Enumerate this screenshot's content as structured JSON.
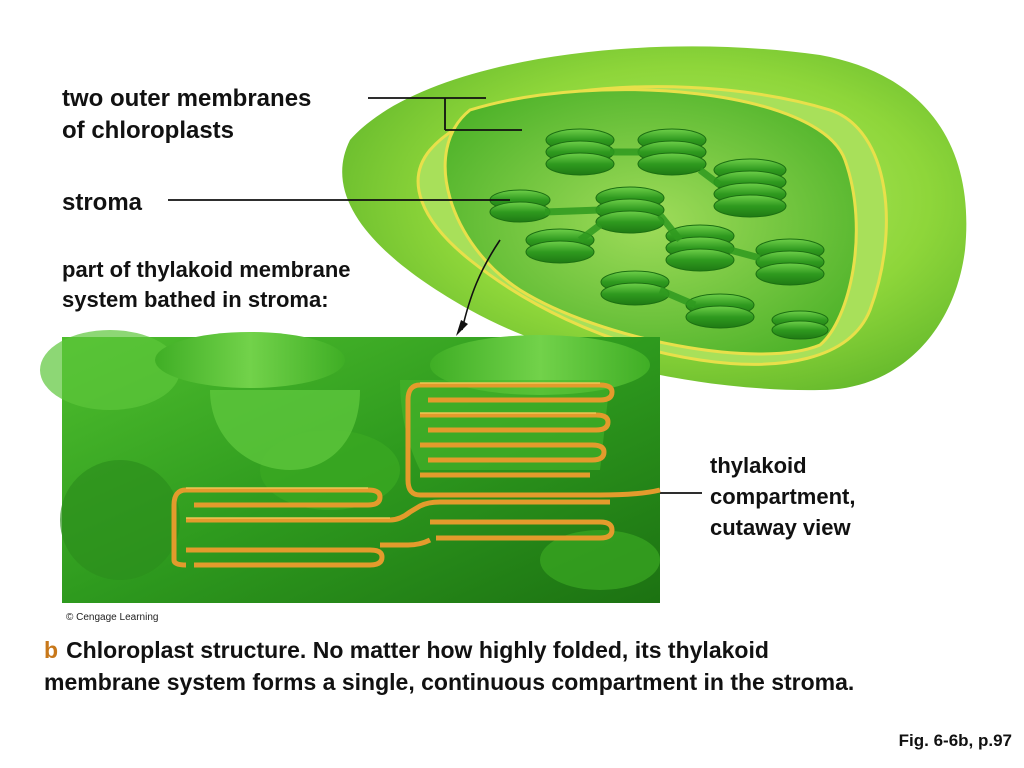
{
  "labels": {
    "outer_membranes": [
      "two outer membranes",
      "of chloroplasts"
    ],
    "stroma": "stroma",
    "thylakoid_system": [
      "part of thylakoid membrane",
      "system bathed in stroma:"
    ],
    "thylakoid_compartment": [
      "thylakoid",
      "compartment,",
      "cutaway view"
    ]
  },
  "credit": "© Cengage Learning",
  "caption": {
    "letter": "b",
    "text_line1": "Chloroplast structure. No matter how highly folded, its thylakoid",
    "text_line2": "membrane system forms a single, continuous compartment in the stroma."
  },
  "figure_ref": "Fig. 6-6b, p.97",
  "colors": {
    "chloroplast_outer": "#8ed63a",
    "chloroplast_inner": "#4fb32a",
    "granum": "#2f9a1f",
    "membrane_edge": "#e8e04a",
    "thylakoid_orange": "#e39b2c",
    "caption_letter": "#c8781a"
  }
}
